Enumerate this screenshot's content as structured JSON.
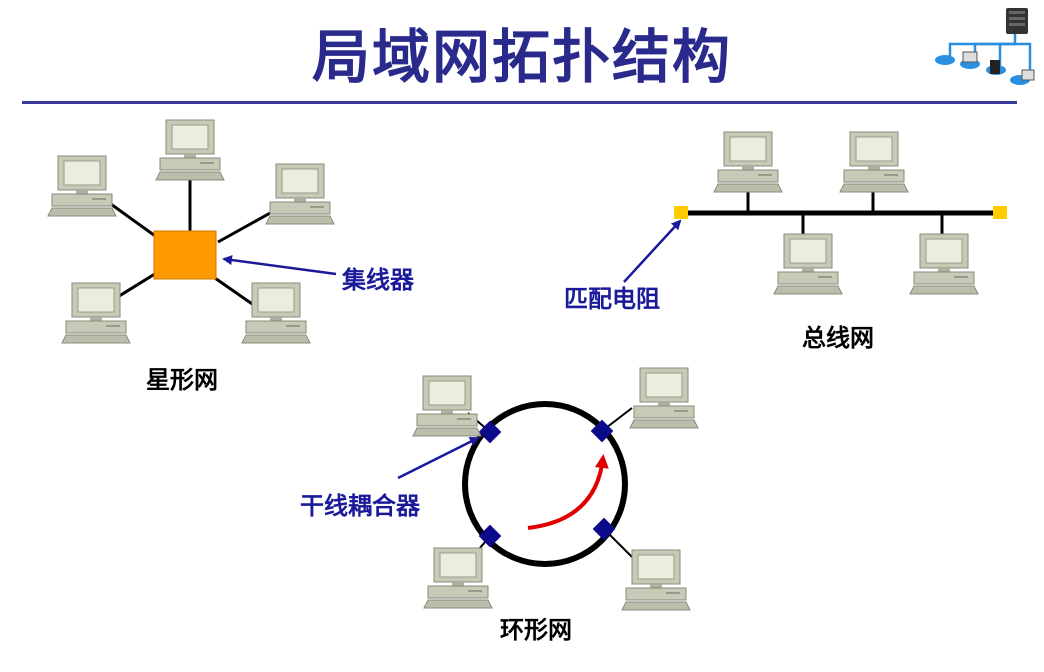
{
  "title": "局域网拓扑结构",
  "star": {
    "name": "星形网",
    "hub_label": "集线器"
  },
  "bus": {
    "name": "总线网",
    "terminator_label": "匹配电阻"
  },
  "ring": {
    "name": "环形网",
    "coupler_label": "干线耦合器"
  },
  "colors": {
    "title": "#2a2a8c",
    "callout": "#1a1a9a",
    "hub": "#ff9900",
    "terminator": "#ffcc00",
    "coupler": "#0a0a8a",
    "ring_arrow": "#e00000"
  }
}
